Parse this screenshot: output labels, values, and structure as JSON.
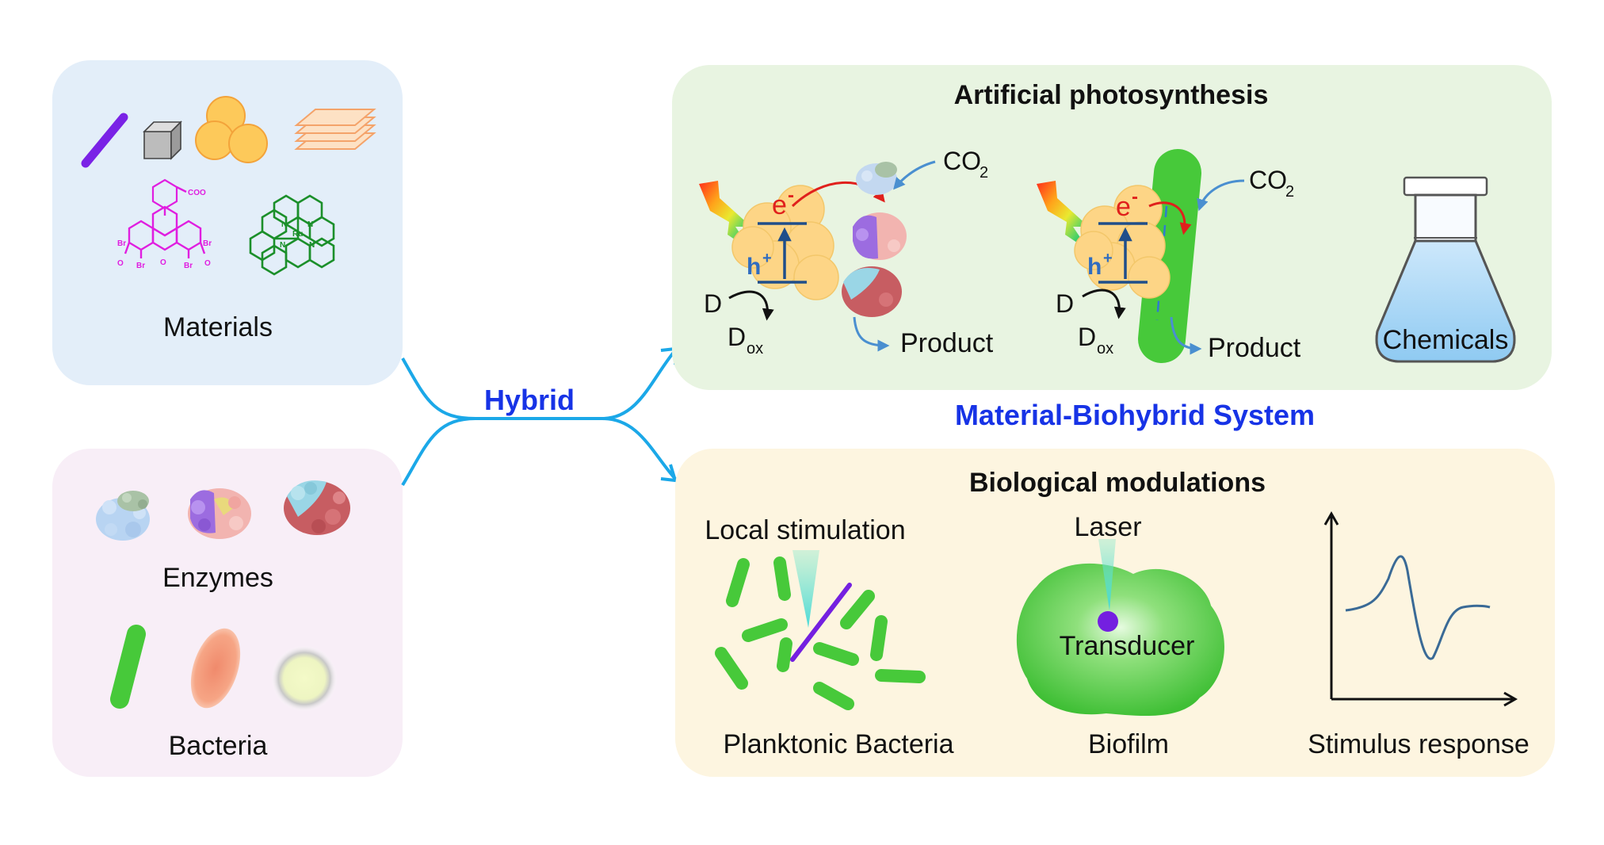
{
  "left_panels": {
    "materials": {
      "label": "Materials",
      "bg": "#e3eef9"
    },
    "biological": {
      "enzymes_label": "Enzymes",
      "bacteria_label": "Bacteria",
      "bg": "#f8eef7"
    }
  },
  "chem_labels": {
    "br": "Br",
    "coo": "COO",
    "o": "O",
    "n": "N",
    "ru": "Ru"
  },
  "center": {
    "hybrid_label": "Hybrid",
    "arrow_color": "#1ba8e8",
    "label_color": "#1733e6"
  },
  "system_label": "Material-Biohybrid System",
  "photosynthesis": {
    "title": "Artificial photosynthesis",
    "bg": "#e8f4e1",
    "electron": "e",
    "minus": "-",
    "hole": "h",
    "plus": "+",
    "donor": "D",
    "donor_ox_base": "D",
    "donor_ox_sub": "ox",
    "co2_base": "CO",
    "co2_sub": "2",
    "product": "Product",
    "chemicals": "Chemicals"
  },
  "modulations": {
    "title": "Biological modulations",
    "bg": "#fdf5e0",
    "local_stimulation": "Local stimulation",
    "planktonic": "Planktonic Bacteria",
    "laser": "Laser",
    "transducer": "Transducer",
    "biofilm": "Biofilm",
    "stimulus_response": "Stimulus response"
  },
  "colors": {
    "bacteria_green": "#47c93a",
    "transducer_purple": "#7420e0",
    "nanoparticle": "#fdd586",
    "electron_red": "#e0201c",
    "band_blue": "#1f4e8a",
    "co2_arrow_blue": "#4a8fd0",
    "curve": "#3a6a96"
  },
  "icons": [
    "nanorod-icon",
    "cube-icon",
    "nanoparticle-cluster-icon",
    "nanosheet-stack-icon",
    "eosin-dye-icon",
    "ru-complex-icon",
    "enzyme-icon",
    "rod-bacterium-icon",
    "coccus-bacterium-icon",
    "light-bolt-icon",
    "flask-icon"
  ]
}
